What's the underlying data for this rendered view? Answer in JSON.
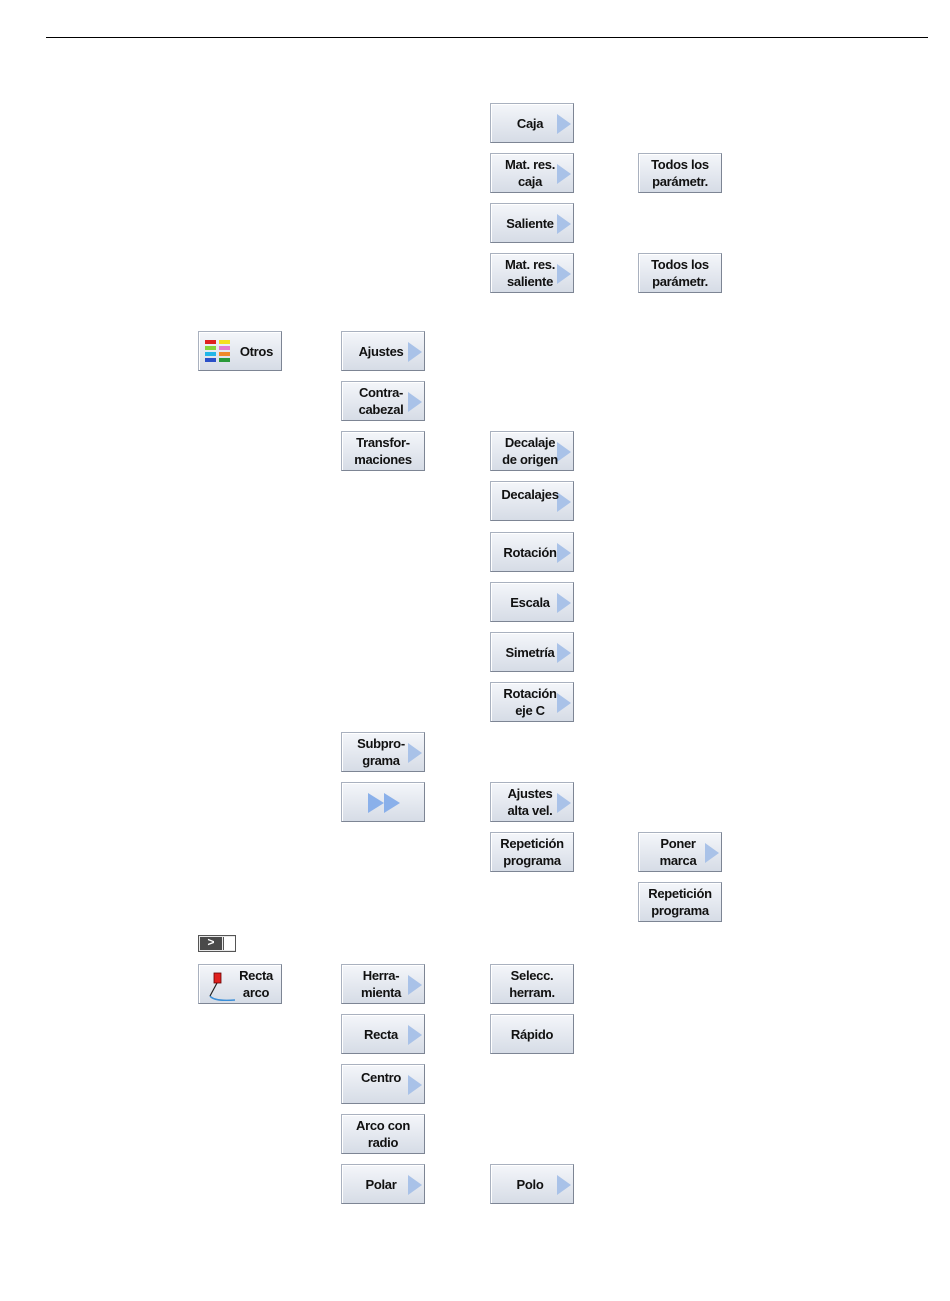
{
  "softkeys": {
    "caja": "Caja",
    "mat_res_caja": "Mat. res.\ncaja",
    "todos_param_1": "Todos los\nparámetr.",
    "saliente": "Saliente",
    "mat_res_saliente": "Mat. res.\nsaliente",
    "todos_param_2": "Todos los\nparámetr.",
    "otros": "Otros",
    "ajustes": "Ajustes",
    "contracabezal": "Contra-\ncabezal",
    "transformaciones": "Transfor-\nmaciones",
    "decalaje_origen": "Decalaje\nde origen",
    "decalajes": "Decalajes",
    "rotacion": "Rotación",
    "escala": "Escala",
    "simetria": "Simetría",
    "rotacion_eje_c": "Rotación\neje C",
    "subprograma": "Subpro-\ngrama",
    "ajustes_alta_vel": "Ajustes\nalta vel.",
    "repeticion_programa_1": "Repetición\nprograma",
    "poner_marca": "Poner\nmarca",
    "repeticion_programa_2": "Repetición\nprograma",
    "recta_arco": "Recta\narco",
    "herramienta": "Herra-\nmienta",
    "selecc_herram": "Selecc.\nherram.",
    "recta": "Recta",
    "rapido": "Rápido",
    "centro": "Centro",
    "arco_con_radio": "Arco con\nradio",
    "polar": "Polar",
    "polo": "Polo"
  },
  "prompt_symbol": ">",
  "icons": {
    "otros": "color-grid-icon",
    "recta_arco": "contour-line-icon",
    "more": "fast-forward-icon",
    "prompt": "command-prompt-icon"
  },
  "colors": {
    "arrow": "#a9c2e8",
    "grid": [
      "#e0201e",
      "#f4e020",
      "#86d33a",
      "#e47bd0",
      "#22b6e8",
      "#f08a2a",
      "#2a50c8",
      "#2a9a3a"
    ]
  }
}
